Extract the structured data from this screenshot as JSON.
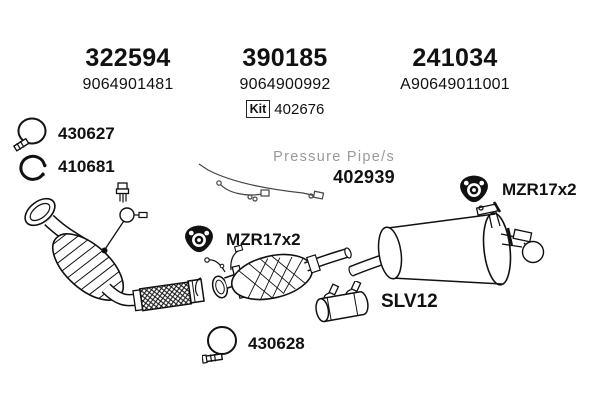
{
  "colors": {
    "ink": "#111111",
    "watermark": "#9a9a9a",
    "background": "#ffffff"
  },
  "columns": [
    {
      "part_number": "322594",
      "oe_number": "9064901481"
    },
    {
      "part_number": "390185",
      "oe_number": "9064900992",
      "kit": {
        "badge": "Kit",
        "number": "402676"
      }
    },
    {
      "part_number": "241034",
      "oe_number": "A90649011001"
    }
  ],
  "callouts": {
    "clamp_top": {
      "label": "430627",
      "icon": "clamp-icon"
    },
    "ring": {
      "label": "410681",
      "icon": "snap-ring-icon"
    },
    "pressure_pipe": {
      "watermark": "Pressure Pipe/s",
      "label": "402939",
      "icon": "pressure-pipe-drawing"
    },
    "gasket_mid": {
      "label": "MZR17x2",
      "icon": "gasket-icon"
    },
    "gasket_rear": {
      "label": "MZR17x2",
      "icon": "gasket-icon"
    },
    "sleeve": {
      "label": "SLV12",
      "icon": "sleeve-icon"
    },
    "clamp_bottom": {
      "label": "430628",
      "icon": "clamp-icon"
    }
  },
  "drawings": [
    "catalytic-converter-drawing",
    "oxygen-sensor-drawing",
    "flex-pipe-drawing",
    "dpf-silencer-drawing",
    "pressure-pipes-drawing",
    "rear-silencer-drawing"
  ]
}
